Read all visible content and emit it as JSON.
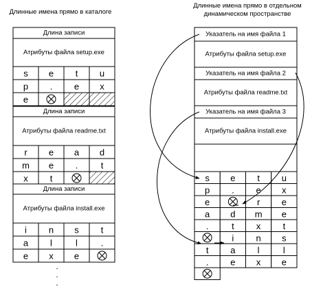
{
  "left": {
    "caption": "Длинные имена прямо в каталоге",
    "entries": [
      {
        "length_label": "Длина записи",
        "attr_label": "Атрибуты файла setup.exe",
        "rows": [
          [
            "s",
            "e",
            "t",
            "u"
          ],
          [
            "p",
            ".",
            "e",
            "x"
          ],
          [
            "e",
            "X",
            "#",
            "#"
          ]
        ]
      },
      {
        "length_label": "Длина записи",
        "attr_label": "Атрибуты файла readme.txt",
        "rows": [
          [
            "r",
            "e",
            "a",
            "d"
          ],
          [
            "m",
            "e",
            ".",
            "t"
          ],
          [
            "x",
            "t",
            "X",
            "#"
          ]
        ]
      },
      {
        "length_label": "Длина записи",
        "attr_label": "Атрибуты файла install.exe",
        "rows": [
          [
            "i",
            "n",
            "s",
            "t"
          ],
          [
            "a",
            "l",
            "l",
            "."
          ],
          [
            "e",
            "x",
            "e",
            "X"
          ]
        ]
      }
    ],
    "continuation": [
      ".",
      ".",
      "."
    ]
  },
  "right": {
    "caption_line1": "Длинные имена прямо в отдельном",
    "caption_line2": "динамическом пространстве",
    "entries": [
      {
        "pointer_label": "Указатель на имя файла 1",
        "attr_label": "Атрибуты файла setup.exe"
      },
      {
        "pointer_label": "Указатель на имя файла 2",
        "attr_label": "Атрибуты файла readme.txt"
      },
      {
        "pointer_label": "Указатель на имя файла 3",
        "attr_label": "Атрибуты файла install.exe"
      }
    ],
    "heap_rows": [
      [
        "s",
        "e",
        "t",
        "u"
      ],
      [
        "p",
        ".",
        "e",
        "x"
      ],
      [
        "e",
        "X",
        "r",
        "e"
      ],
      [
        "a",
        "d",
        "m",
        "e"
      ],
      [
        ".",
        "t",
        "x",
        "t"
      ],
      [
        "X",
        "i",
        "n",
        "s"
      ],
      [
        "t",
        "a",
        "l",
        "l"
      ],
      [
        ".",
        "e",
        "x",
        "e"
      ],
      [
        "X",
        "",
        "",
        ""
      ]
    ],
    "cell_codes": {
      "terminator": "X",
      "unused": "#"
    }
  },
  "colors": {
    "line": "#000000",
    "background": "#ffffff"
  }
}
